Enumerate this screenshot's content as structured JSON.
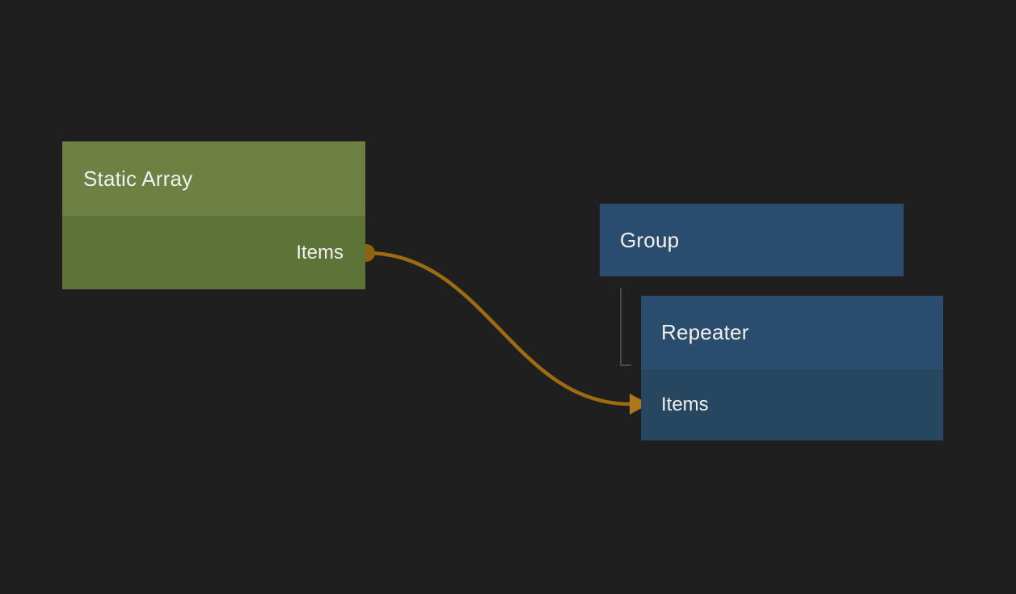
{
  "colors": {
    "bg": "#1f1f1f",
    "green_header": "#6c8142",
    "green_body": "#5e7338",
    "blue_header": "#2b4d6d",
    "blue_body": "#27465f",
    "wire": "#9c6c10",
    "arrow": "#ad781a",
    "port": "#8e620e",
    "tree_line": "#4b4b4b",
    "text": "#f0f0f0"
  },
  "nodes": {
    "static_array": {
      "title": "Static Array",
      "output_label": "Items"
    },
    "group": {
      "title": "Group"
    },
    "repeater": {
      "title": "Repeater",
      "input_label": "Items"
    }
  }
}
